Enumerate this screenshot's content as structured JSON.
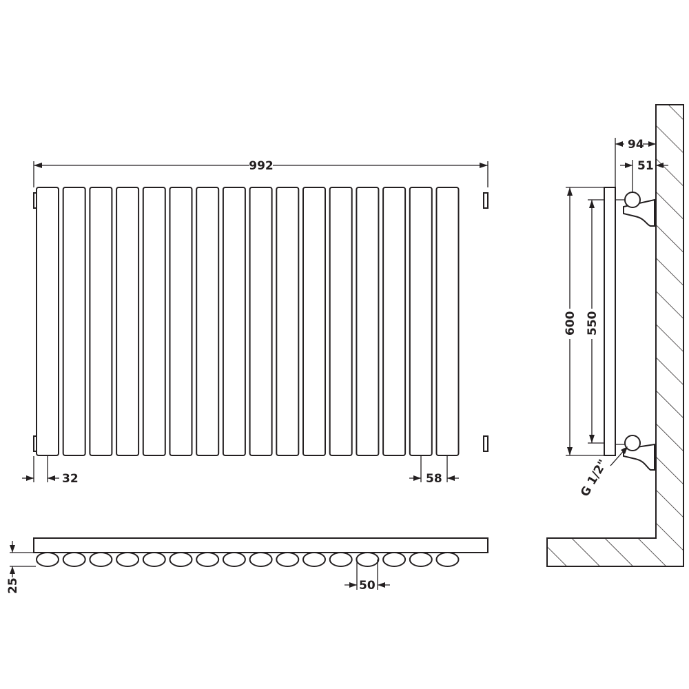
{
  "dimensions": {
    "overall_width": "992",
    "end_offset": "32",
    "column_spacing": "58",
    "bottom_spacing": "50",
    "depth": "25",
    "height": "600",
    "pipe_centres": "550",
    "wall_depth": "94",
    "pipe_offset": "51",
    "connection": "G 1/2\""
  },
  "column_count": 16,
  "colors": {
    "line": "#231f20",
    "background": "#ffffff"
  }
}
